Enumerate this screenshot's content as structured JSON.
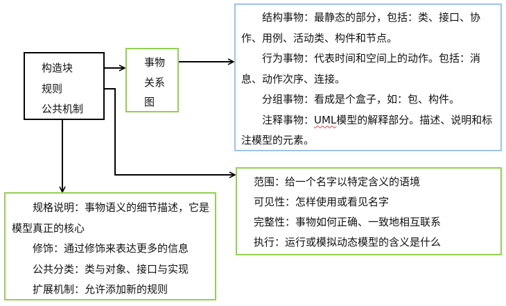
{
  "core_box": {
    "items": [
      "构造块",
      "规则",
      "公共机制"
    ]
  },
  "things_box": {
    "lines": [
      "事物",
      "关系",
      "图"
    ]
  },
  "things_detail": {
    "paragraphs": [
      "结构事物：最静态的部分，包括：类、接口、协作、用例、活动类、构件和节点。",
      "行为事物：代表时间和空间上的动作。包括：消息、动作次序、连接。",
      "分组事物：看成是个盒子，如：包、构件。",
      {
        "prefix": "注释事物：",
        "underlined": "UML",
        "rest": "模型的解释部分。描述、说明和标注模型的元素。"
      }
    ]
  },
  "rules_box": {
    "items": [
      "范围：给一个名字以特定含义的语境",
      "可见性：怎样使用或看见名字",
      "完整性：事物如何正确、一致地相互联系",
      "执行：运行或模拟动态模型的含义是什么"
    ]
  },
  "mechanisms_box": {
    "items": [
      "规格说明：事物语义的细节描述，它是模型真正的核心",
      "修饰：通过修饰来表达更多的信息",
      "公共分类：类与对象、接口与实现",
      "扩展机制：允许添加新的规则"
    ]
  },
  "colors": {
    "green_border": "#92d050",
    "blue_border": "#9dc3e6",
    "black": "#000000",
    "spellcheck": "#e04040"
  }
}
